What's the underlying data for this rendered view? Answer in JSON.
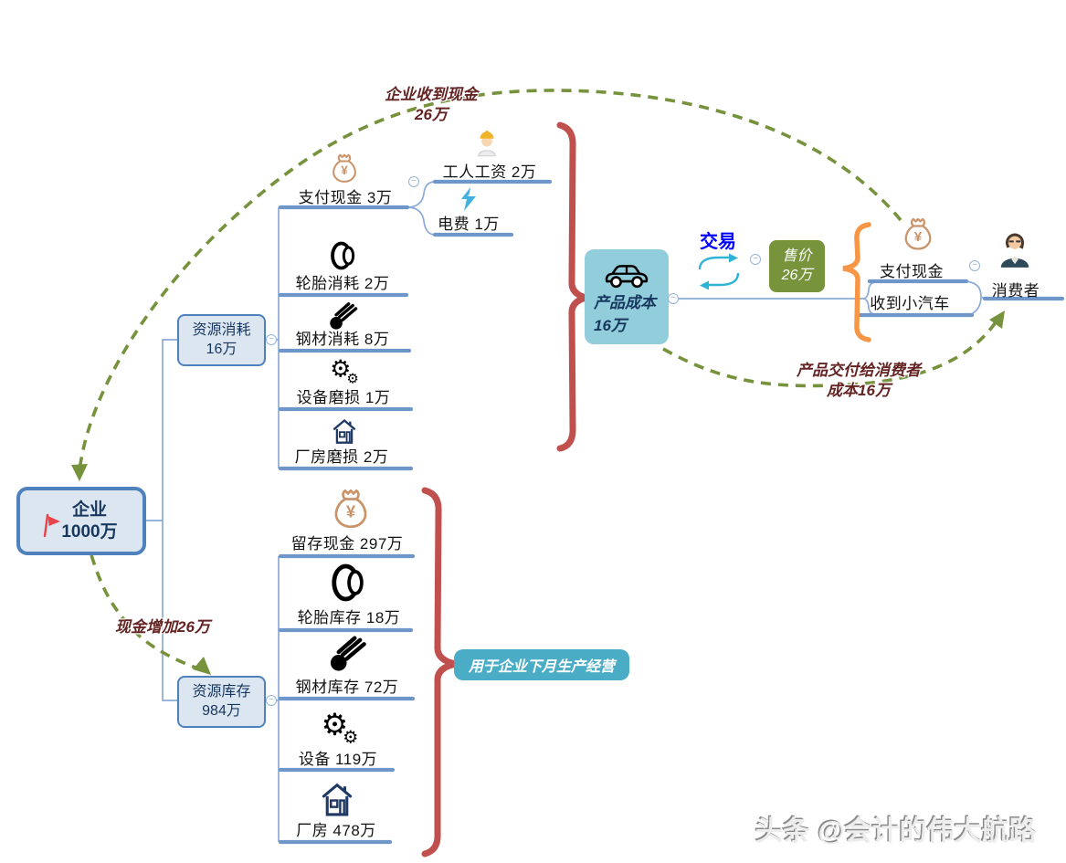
{
  "root_node": {
    "line1": "企业",
    "line2": "1000万"
  },
  "consumption": {
    "box": {
      "line1": "资源消耗",
      "line2": "16万"
    },
    "pay_cash": {
      "label": "支付现金  3万"
    },
    "wages": {
      "label": "工人工资  2万"
    },
    "electricity": {
      "label": "电费 1万"
    },
    "tire": {
      "label": "轮胎消耗 2万"
    },
    "steel": {
      "label": "钢材消耗 8万"
    },
    "equipment": {
      "label": "设备磨损 1万"
    },
    "plant": {
      "label": "厂房磨损 2万"
    }
  },
  "inventory": {
    "box": {
      "line1": "资源库存",
      "line2": "984万"
    },
    "cash": {
      "label": "留存现金 297万"
    },
    "tire": {
      "label": "轮胎库存 18万"
    },
    "steel": {
      "label": "钢材库存 72万"
    },
    "equipment": {
      "label": "设备 119万"
    },
    "plant": {
      "label": "厂房 478万"
    },
    "summary": "用于企业下月生产经营"
  },
  "product_cost": {
    "line1": "产品成本",
    "line2": "16万"
  },
  "transaction": {
    "label": "交易"
  },
  "price": {
    "line1": "售价",
    "line2": "26万"
  },
  "consumer": {
    "label": "消费者",
    "pay_cash": "支付现金",
    "receive_car": "收到小汽车"
  },
  "annotations": {
    "cash_received": {
      "line1": "企业收到现金",
      "line2": "26万"
    },
    "cash_increase": "现金增加26万",
    "delivery": {
      "line1": "产品交付给消费者",
      "line2": "成本16万"
    }
  },
  "watermark": "头条 @会计的伟大航路",
  "colors": {
    "branch_line": "#6e96c9",
    "box_border": "#4f81bd",
    "box_fill": "#dce6f1",
    "product_fill": "#92cddc",
    "price_fill": "#77933c",
    "summary_fill": "#4bacc6",
    "brace_red": "#c0504d",
    "brace_orange": "#f79646",
    "dashed_green": "#76923c",
    "annotation_text": "#632423",
    "trade_blue": "#0000ff"
  }
}
